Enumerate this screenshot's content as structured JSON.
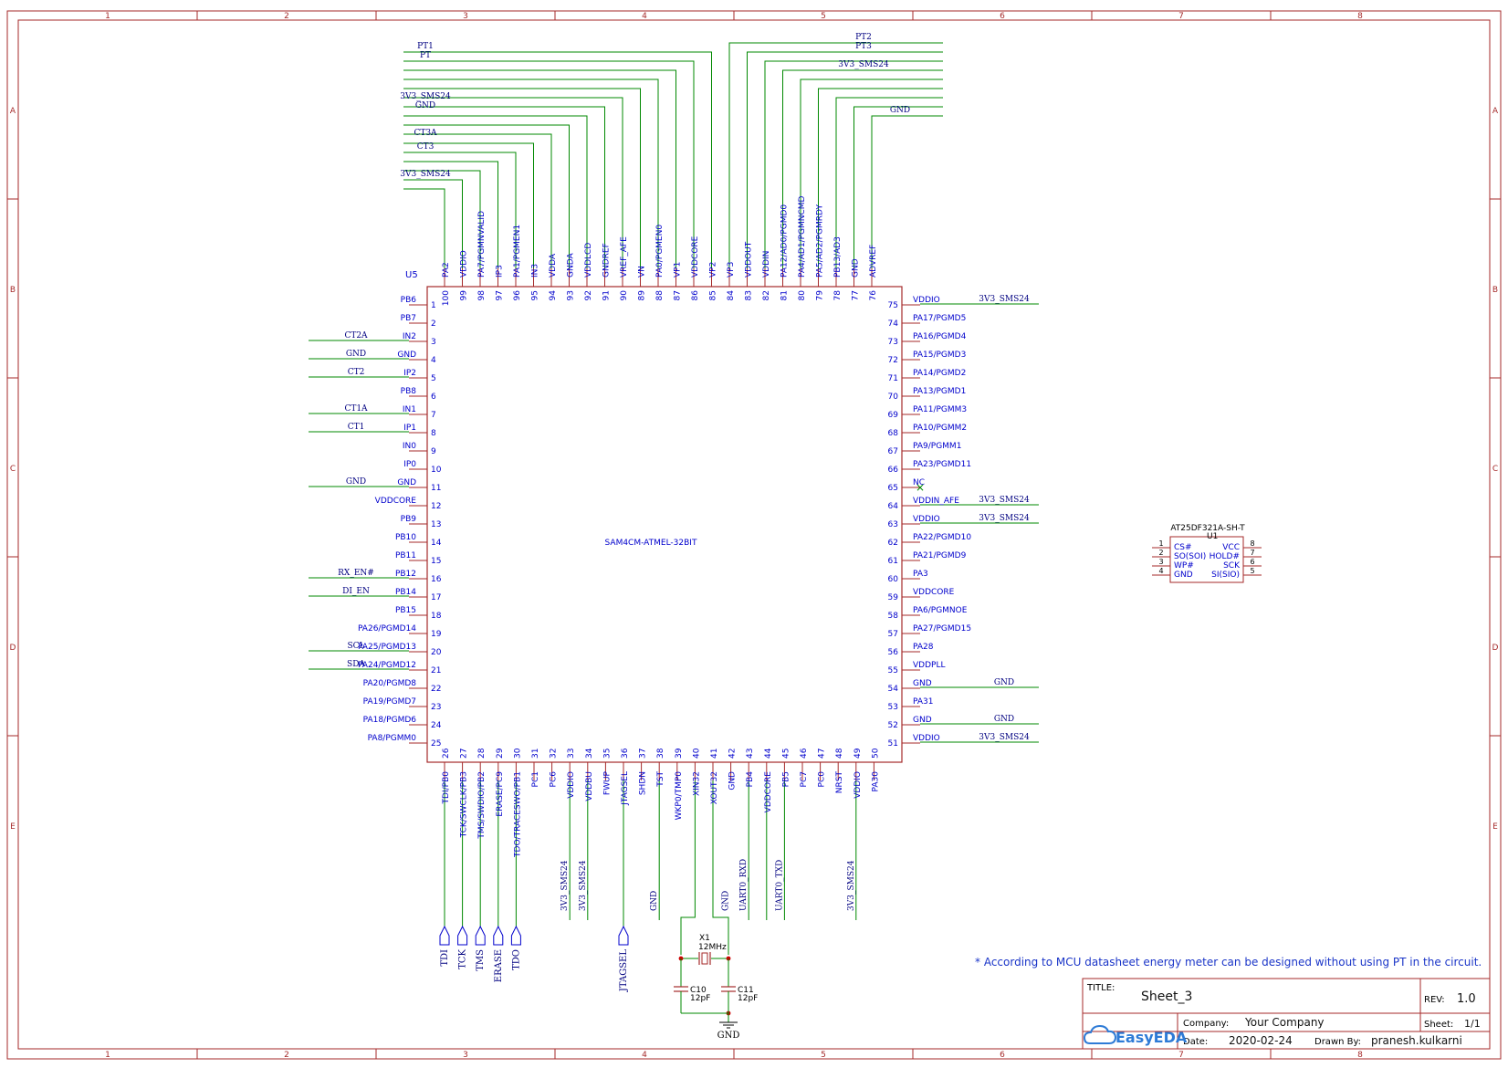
{
  "frame": {
    "columns": [
      "1",
      "2",
      "3",
      "4",
      "5",
      "6",
      "7",
      "8"
    ],
    "rows": [
      "A",
      "B",
      "C",
      "D",
      "E"
    ]
  },
  "u5": {
    "ref": "U5",
    "value": "SAM4CM-ATMEL-32BIT",
    "left_pins": [
      {
        "num": "1",
        "name": "PB6",
        "net": ""
      },
      {
        "num": "2",
        "name": "PB7",
        "net": ""
      },
      {
        "num": "3",
        "name": "IN2",
        "net": "CT2A"
      },
      {
        "num": "4",
        "name": "GND",
        "net": "GND"
      },
      {
        "num": "5",
        "name": "IP2",
        "net": "CT2"
      },
      {
        "num": "6",
        "name": "PB8",
        "net": ""
      },
      {
        "num": "7",
        "name": "IN1",
        "net": "CT1A"
      },
      {
        "num": "8",
        "name": "IP1",
        "net": "CT1"
      },
      {
        "num": "9",
        "name": "IN0",
        "net": ""
      },
      {
        "num": "10",
        "name": "IP0",
        "net": ""
      },
      {
        "num": "11",
        "name": "GND",
        "net": "GND"
      },
      {
        "num": "12",
        "name": "VDDCORE",
        "net": ""
      },
      {
        "num": "13",
        "name": "PB9",
        "net": ""
      },
      {
        "num": "14",
        "name": "PB10",
        "net": ""
      },
      {
        "num": "15",
        "name": "PB11",
        "net": ""
      },
      {
        "num": "16",
        "name": "PB12",
        "net": "RX_EN#"
      },
      {
        "num": "17",
        "name": "PB14",
        "net": "DI_EN"
      },
      {
        "num": "18",
        "name": "PB15",
        "net": ""
      },
      {
        "num": "19",
        "name": "PA26/PGMD14",
        "net": ""
      },
      {
        "num": "20",
        "name": "PA25/PGMD13",
        "net": "SCL"
      },
      {
        "num": "21",
        "name": "PA24/PGMD12",
        "net": "SDA"
      },
      {
        "num": "22",
        "name": "PA20/PGMD8",
        "net": ""
      },
      {
        "num": "23",
        "name": "PA19/PGMD7",
        "net": ""
      },
      {
        "num": "24",
        "name": "PA18/PGMD6",
        "net": ""
      },
      {
        "num": "25",
        "name": "PA8/PGMM0",
        "net": ""
      }
    ],
    "right_pins": [
      {
        "num": "75",
        "name": "VDDIO",
        "net": "3V3_SMS24"
      },
      {
        "num": "74",
        "name": "PA17/PGMD5",
        "net": ""
      },
      {
        "num": "73",
        "name": "PA16/PGMD4",
        "net": ""
      },
      {
        "num": "72",
        "name": "PA15/PGMD3",
        "net": ""
      },
      {
        "num": "71",
        "name": "PA14/PGMD2",
        "net": ""
      },
      {
        "num": "70",
        "name": "PA13/PGMD1",
        "net": ""
      },
      {
        "num": "69",
        "name": "PA11/PGMM3",
        "net": ""
      },
      {
        "num": "68",
        "name": "PA10/PGMM2",
        "net": ""
      },
      {
        "num": "67",
        "name": "PA9/PGMM1",
        "net": ""
      },
      {
        "num": "66",
        "name": "PA23/PGMD11",
        "net": ""
      },
      {
        "num": "65",
        "name": "NC",
        "net": ""
      },
      {
        "num": "64",
        "name": "VDDIN_AFE",
        "net": "3V3_SMS24"
      },
      {
        "num": "63",
        "name": "VDDIO",
        "net": "3V3_SMS24"
      },
      {
        "num": "62",
        "name": "PA22/PGMD10",
        "net": ""
      },
      {
        "num": "61",
        "name": "PA21/PGMD9",
        "net": ""
      },
      {
        "num": "60",
        "name": "PA3",
        "net": ""
      },
      {
        "num": "59",
        "name": "VDDCORE",
        "net": ""
      },
      {
        "num": "58",
        "name": "PA6/PGMNOE",
        "net": ""
      },
      {
        "num": "57",
        "name": "PA27/PGMD15",
        "net": ""
      },
      {
        "num": "56",
        "name": "PA28",
        "net": ""
      },
      {
        "num": "55",
        "name": "VDDPLL",
        "net": ""
      },
      {
        "num": "54",
        "name": "GND",
        "net": "GND"
      },
      {
        "num": "53",
        "name": "PA31",
        "net": ""
      },
      {
        "num": "52",
        "name": "GND",
        "net": "GND"
      },
      {
        "num": "51",
        "name": "VDDIO",
        "net": "3V3_SMS24"
      }
    ],
    "top_pins": [
      {
        "num": "100",
        "name": "PA2"
      },
      {
        "num": "99",
        "name": "VDDIO"
      },
      {
        "num": "98",
        "name": "PA7/PGMNVALID"
      },
      {
        "num": "97",
        "name": "IP3"
      },
      {
        "num": "96",
        "name": "PA1/PGMEN1"
      },
      {
        "num": "95",
        "name": "IN3"
      },
      {
        "num": "94",
        "name": "VDDA"
      },
      {
        "num": "93",
        "name": "GNDA"
      },
      {
        "num": "92",
        "name": "VDDLCD"
      },
      {
        "num": "91",
        "name": "GNDREF"
      },
      {
        "num": "90",
        "name": "VREF_AFE"
      },
      {
        "num": "89",
        "name": "VN"
      },
      {
        "num": "88",
        "name": "PA0/PGMEN0"
      },
      {
        "num": "87",
        "name": "VP1"
      },
      {
        "num": "86",
        "name": "VDDCORE"
      },
      {
        "num": "85",
        "name": "VP2"
      },
      {
        "num": "84",
        "name": "VP3"
      },
      {
        "num": "83",
        "name": "VDDOUT"
      },
      {
        "num": "82",
        "name": "VDDIN"
      },
      {
        "num": "81",
        "name": "PA12/AD0/PGMD0"
      },
      {
        "num": "80",
        "name": "PA4/AD1/PGMNCMD"
      },
      {
        "num": "79",
        "name": "PA5/AD2/PGMRDY"
      },
      {
        "num": "78",
        "name": "PB13/AD3"
      },
      {
        "num": "77",
        "name": "GND"
      },
      {
        "num": "76",
        "name": "ADVREF"
      }
    ],
    "bottom_pins": [
      {
        "num": "26",
        "name": "TDI/PB0"
      },
      {
        "num": "27",
        "name": "TCK/SWCLK/PB3"
      },
      {
        "num": "28",
        "name": "TMS/SWDIO/PB2"
      },
      {
        "num": "29",
        "name": "ERASE/PC9"
      },
      {
        "num": "30",
        "name": "TDO/TRACESWO/PB1"
      },
      {
        "num": "31",
        "name": "PC1"
      },
      {
        "num": "32",
        "name": "PC6"
      },
      {
        "num": "33",
        "name": "VDDIO"
      },
      {
        "num": "34",
        "name": "VDDBU"
      },
      {
        "num": "35",
        "name": "FWUP"
      },
      {
        "num": "36",
        "name": "JTAGSEL"
      },
      {
        "num": "37",
        "name": "SHDN"
      },
      {
        "num": "38",
        "name": "TST"
      },
      {
        "num": "39",
        "name": "WKP0/TMP0"
      },
      {
        "num": "40",
        "name": "XIN32"
      },
      {
        "num": "41",
        "name": "XOUT32"
      },
      {
        "num": "42",
        "name": "GND"
      },
      {
        "num": "43",
        "name": "PB4"
      },
      {
        "num": "44",
        "name": "VDDCORE"
      },
      {
        "num": "45",
        "name": "PB5"
      },
      {
        "num": "46",
        "name": "PC7"
      },
      {
        "num": "47",
        "name": "PC0"
      },
      {
        "num": "48",
        "name": "NRST"
      },
      {
        "num": "49",
        "name": "VDDIO"
      },
      {
        "num": "50",
        "name": "PA30"
      }
    ],
    "top_nets": [
      "PT1",
      "PT",
      "3V3_SMS24",
      "GND",
      "CT3A",
      "CT3",
      "3V3_SMS24",
      "PT2",
      "PT3",
      "3V3_SMS24",
      "GND"
    ],
    "bottom_nets": [
      "3V3_SMS24",
      "3V3_SMS24",
      "GND",
      "GND",
      "UART0_RXD",
      "UART0_TXD",
      "3V3_SMS24"
    ],
    "ports": [
      "TDI",
      "TCK",
      "TMS",
      "ERASE",
      "TDO",
      "JTAGSEL"
    ]
  },
  "crystal": {
    "ref": "X1",
    "value": "12MHz"
  },
  "caps": [
    {
      "ref": "C10",
      "value": "12pF"
    },
    {
      "ref": "C11",
      "value": "12pF"
    }
  ],
  "gnd_label": "GND",
  "u1": {
    "ref": "U1",
    "value": "AT25DF321A-SH-T",
    "left": [
      {
        "num": "1",
        "name": "CS#"
      },
      {
        "num": "2",
        "name": "SO(SOI)"
      },
      {
        "num": "3",
        "name": "WP#"
      },
      {
        "num": "4",
        "name": "GND"
      }
    ],
    "right": [
      {
        "num": "8",
        "name": "VCC"
      },
      {
        "num": "7",
        "name": "HOLD#"
      },
      {
        "num": "6",
        "name": "SCK"
      },
      {
        "num": "5",
        "name": "SI(SIO)"
      }
    ]
  },
  "note": "* According to MCU datasheet energy meter can be designed without using PT in the circuit.",
  "title_block": {
    "title_label": "TITLE:",
    "title": "Sheet_3",
    "rev_label": "REV:",
    "rev": "1.0",
    "company_label": "Company:",
    "company": "Your Company",
    "sheet_label": "Sheet:",
    "sheet": "1/1",
    "date_label": "Date:",
    "date": "2020-02-24",
    "drawn_label": "Drawn By:",
    "drawn": "pranesh.kulkarni",
    "logo": "EasyEDA"
  },
  "colors": {
    "frame": "#a52a2a",
    "wire": "#008800",
    "text": "#0000cc",
    "net": "#000080"
  }
}
